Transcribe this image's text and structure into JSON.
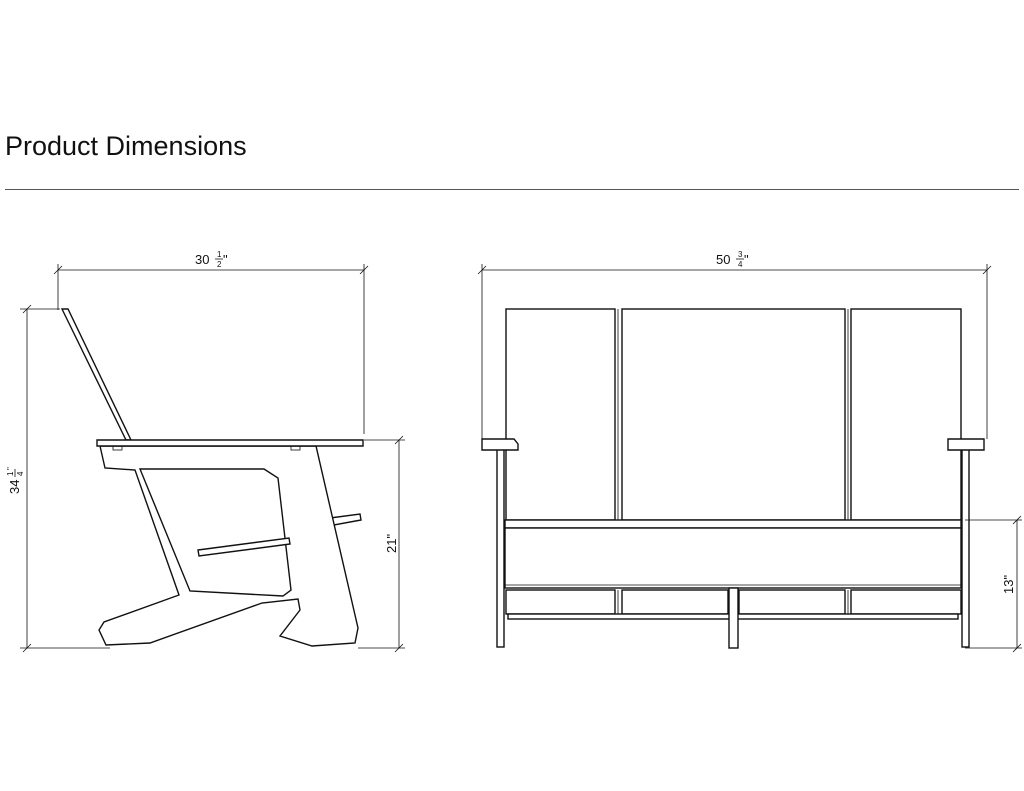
{
  "title": "Product Dimensions",
  "dimensions": {
    "side_width": {
      "whole": "30",
      "num": "1",
      "den": "2",
      "unit": "\""
    },
    "side_height": {
      "whole": "34",
      "num": "1",
      "den": "4",
      "unit": "\""
    },
    "arm_height": "21\"",
    "front_width": {
      "whole": "50",
      "num": "3",
      "den": "4",
      "unit": "\""
    },
    "seat_height": "13\""
  }
}
